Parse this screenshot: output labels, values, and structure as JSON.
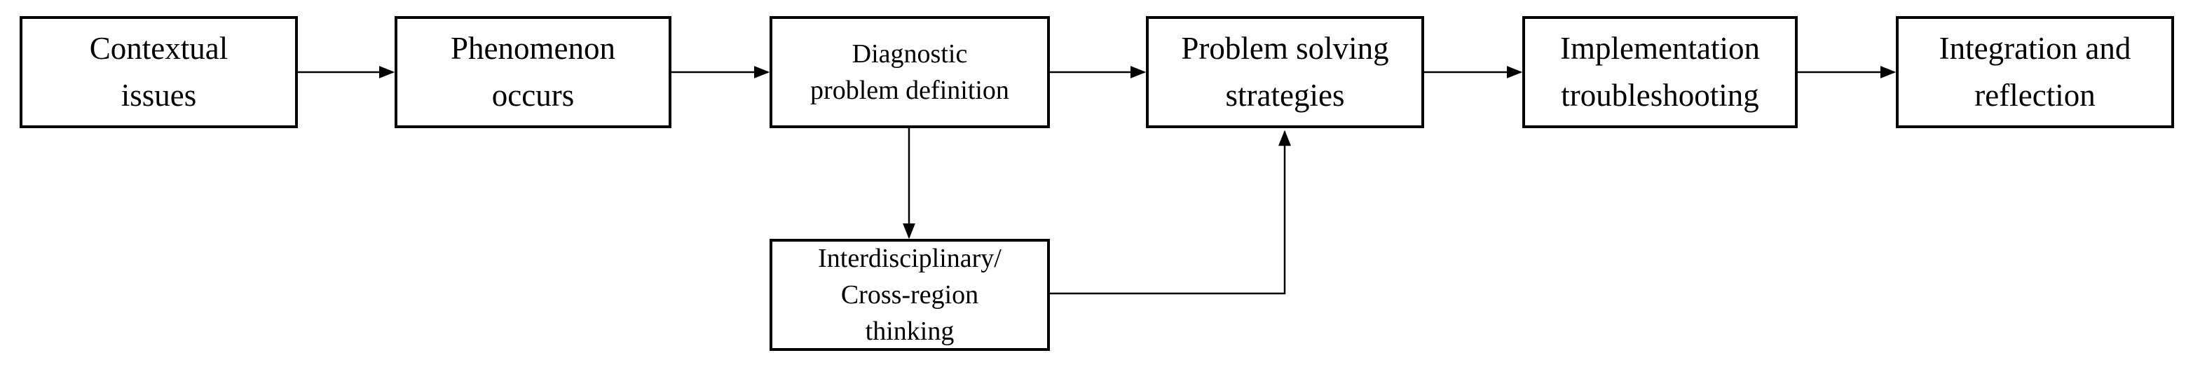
{
  "colors": {
    "line": "#000000",
    "text": "#000000",
    "background": "#ffffff"
  },
  "diagram": {
    "type": "flowchart",
    "nodes": [
      {
        "id": "contextual-issues",
        "label": "Contextual\nissues"
      },
      {
        "id": "phenomenon-occurs",
        "label": "Phenomenon\noccurs"
      },
      {
        "id": "diagnostic-problem-definition",
        "label": "Diagnostic\nproblem definition"
      },
      {
        "id": "problem-solving-strategies",
        "label": "Problem solving\nstrategies"
      },
      {
        "id": "implementation-troubleshooting",
        "label": "Implementation\ntroubleshooting"
      },
      {
        "id": "integration-and-reflection",
        "label": "Integration and\nreflection"
      },
      {
        "id": "interdisciplinary-cross-region-thinking",
        "label": "Interdisciplinary/\nCross-region\nthinking"
      }
    ],
    "edges": [
      {
        "from": "contextual-issues",
        "to": "phenomenon-occurs",
        "style": "straight-right"
      },
      {
        "from": "phenomenon-occurs",
        "to": "diagnostic-problem-definition",
        "style": "straight-right"
      },
      {
        "from": "diagnostic-problem-definition",
        "to": "problem-solving-strategies",
        "style": "straight-right"
      },
      {
        "from": "problem-solving-strategies",
        "to": "implementation-troubleshooting",
        "style": "straight-right"
      },
      {
        "from": "implementation-troubleshooting",
        "to": "integration-and-reflection",
        "style": "straight-right"
      },
      {
        "from": "diagnostic-problem-definition",
        "to": "interdisciplinary-cross-region-thinking",
        "style": "straight-down"
      },
      {
        "from": "interdisciplinary-cross-region-thinking",
        "to": "problem-solving-strategies",
        "style": "elbow-right-up"
      }
    ]
  }
}
